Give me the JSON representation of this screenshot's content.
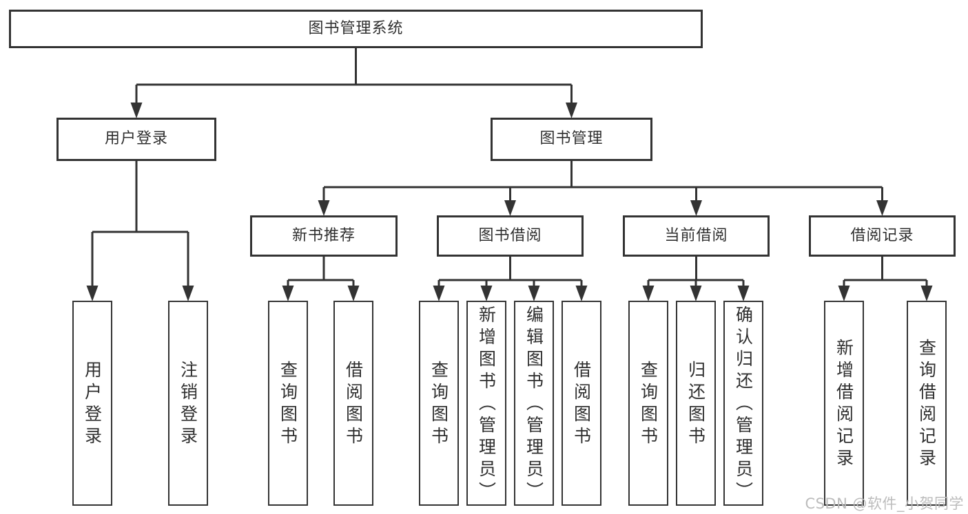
{
  "diagram": {
    "title": "图书管理系统",
    "type": "hierarchy-tree",
    "colors": {
      "line": "#333333",
      "text": "#2f2f2f",
      "box_background": "#ffffff",
      "watermark": "#bcbcbc"
    },
    "nodes": [
      {
        "id": "root",
        "label": "图书管理系统",
        "level": 1
      },
      {
        "id": "user-login",
        "label": "用户登录",
        "level": 2
      },
      {
        "id": "book-mgmt",
        "label": "图书管理",
        "level": 2
      },
      {
        "id": "new-book-rec",
        "label": "新书推荐",
        "level": 3
      },
      {
        "id": "book-borrow",
        "label": "图书借阅",
        "level": 3
      },
      {
        "id": "current-borrow",
        "label": "当前借阅",
        "level": 3
      },
      {
        "id": "borrow-records",
        "label": "借阅记录",
        "level": 3
      },
      {
        "id": "leaf-user-login",
        "label": "用户登录",
        "level": 4
      },
      {
        "id": "leaf-logout",
        "label": "注销登录",
        "level": 4
      },
      {
        "id": "leaf-query-book-1",
        "label": "查询图书",
        "level": 4
      },
      {
        "id": "leaf-borrow-book-1",
        "label": "借阅图书",
        "level": 4
      },
      {
        "id": "leaf-query-book-2",
        "label": "查询图书",
        "level": 4
      },
      {
        "id": "leaf-add-book",
        "label": "新增图书（管理员）",
        "level": 4
      },
      {
        "id": "leaf-edit-book",
        "label": "编辑图书（管理员）",
        "level": 4
      },
      {
        "id": "leaf-borrow-book-2",
        "label": "借阅图书",
        "level": 4
      },
      {
        "id": "leaf-query-book-3",
        "label": "查询图书",
        "level": 4
      },
      {
        "id": "leaf-return-book",
        "label": "归还图书",
        "level": 4
      },
      {
        "id": "leaf-confirm-return",
        "label": "确认归还（管理员）",
        "level": 4
      },
      {
        "id": "leaf-add-borrow-record",
        "label": "新增借阅记录",
        "level": 4
      },
      {
        "id": "leaf-query-borrow-record",
        "label": "查询借阅记录",
        "level": 4
      }
    ],
    "edges": [
      {
        "from": "root",
        "to": [
          "user-login",
          "book-mgmt"
        ]
      },
      {
        "from": "user-login",
        "to": [
          "leaf-user-login",
          "leaf-logout"
        ]
      },
      {
        "from": "book-mgmt",
        "to": [
          "new-book-rec",
          "book-borrow",
          "current-borrow",
          "borrow-records"
        ]
      },
      {
        "from": "new-book-rec",
        "to": [
          "leaf-query-book-1",
          "leaf-borrow-book-1"
        ]
      },
      {
        "from": "book-borrow",
        "to": [
          "leaf-query-book-2",
          "leaf-add-book",
          "leaf-edit-book",
          "leaf-borrow-book-2"
        ]
      },
      {
        "from": "current-borrow",
        "to": [
          "leaf-query-book-3",
          "leaf-return-book",
          "leaf-confirm-return"
        ]
      },
      {
        "from": "borrow-records",
        "to": [
          "leaf-add-borrow-record",
          "leaf-query-borrow-record"
        ]
      }
    ]
  },
  "watermark": {
    "text": "CSDN @软件_小贺同学"
  }
}
